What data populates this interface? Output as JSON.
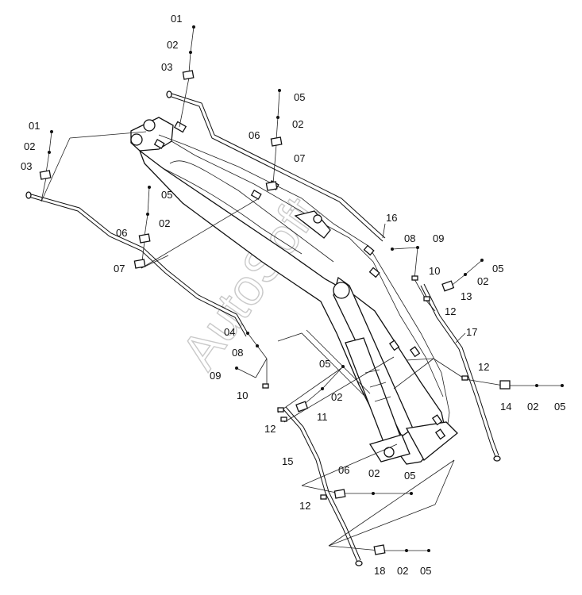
{
  "watermark": "AutoSoft",
  "callouts": [
    {
      "id": "c1",
      "text": "01"
    },
    {
      "id": "c2",
      "text": "02"
    },
    {
      "id": "c3",
      "text": "03"
    },
    {
      "id": "c4",
      "text": "05"
    },
    {
      "id": "c5",
      "text": "02"
    },
    {
      "id": "c6",
      "text": "06"
    },
    {
      "id": "c7",
      "text": "07"
    },
    {
      "id": "c8",
      "text": "01"
    },
    {
      "id": "c9",
      "text": "02"
    },
    {
      "id": "c10",
      "text": "03"
    },
    {
      "id": "c11",
      "text": "05"
    },
    {
      "id": "c12",
      "text": "02"
    },
    {
      "id": "c13",
      "text": "06"
    },
    {
      "id": "c14",
      "text": "07"
    },
    {
      "id": "c15",
      "text": "16"
    },
    {
      "id": "c16",
      "text": "08"
    },
    {
      "id": "c17",
      "text": "09"
    },
    {
      "id": "c18",
      "text": "10"
    },
    {
      "id": "c19",
      "text": "05"
    },
    {
      "id": "c20",
      "text": "02"
    },
    {
      "id": "c21",
      "text": "13"
    },
    {
      "id": "c22",
      "text": "12"
    },
    {
      "id": "c23",
      "text": "17"
    },
    {
      "id": "c24",
      "text": "12"
    },
    {
      "id": "c25",
      "text": "14"
    },
    {
      "id": "c26",
      "text": "02"
    },
    {
      "id": "c27",
      "text": "05"
    },
    {
      "id": "c28",
      "text": "04"
    },
    {
      "id": "c29",
      "text": "08"
    },
    {
      "id": "c30",
      "text": "09"
    },
    {
      "id": "c31",
      "text": "10"
    },
    {
      "id": "c32",
      "text": "05"
    },
    {
      "id": "c33",
      "text": "02"
    },
    {
      "id": "c34",
      "text": "11"
    },
    {
      "id": "c35",
      "text": "12"
    },
    {
      "id": "c36",
      "text": "15"
    },
    {
      "id": "c37",
      "text": "06"
    },
    {
      "id": "c38",
      "text": "02"
    },
    {
      "id": "c39",
      "text": "05"
    },
    {
      "id": "c40",
      "text": "12"
    },
    {
      "id": "c41",
      "text": "18"
    },
    {
      "id": "c42",
      "text": "02"
    },
    {
      "id": "c43",
      "text": "05"
    }
  ]
}
